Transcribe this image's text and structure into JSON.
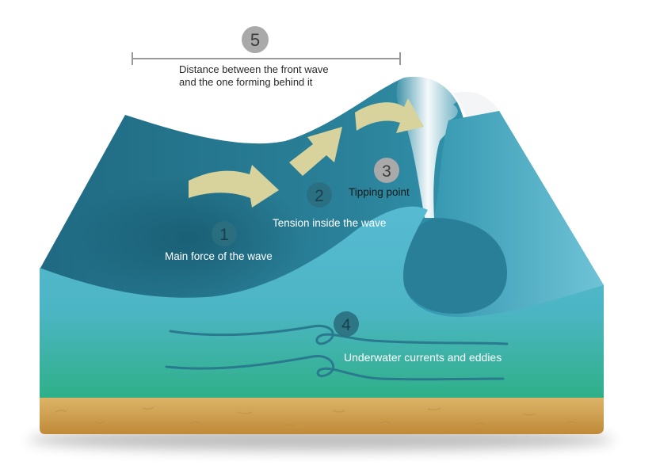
{
  "colors": {
    "deep_water": "#1f6f87",
    "mid_water": "#2f8aa3",
    "light_water": "#5bbcd3",
    "shallow_green": "#34b48f",
    "sand": "#d6ab5d",
    "sand_dark": "#b98637",
    "arrow": "#d8d39c",
    "badge_dark": "#2b6f80",
    "badge_light": "#a9a9a9",
    "foam": "#ffffff"
  },
  "labels": {
    "distance": {
      "number": "5",
      "line1": "Distance between the front wave",
      "line2": "and the one forming behind it"
    },
    "main_force": {
      "number": "1",
      "text": "Main force of the wave"
    },
    "tension": {
      "number": "2",
      "text": "Tension inside the wave"
    },
    "tipping": {
      "number": "3",
      "text": "Tipping point"
    },
    "currents": {
      "number": "4",
      "text": "Underwater currents and eddies"
    }
  }
}
